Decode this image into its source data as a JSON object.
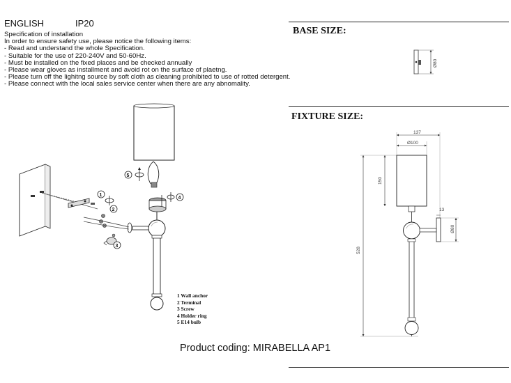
{
  "header": {
    "language": "ENGLISH",
    "ip_rating": "IP20"
  },
  "spec": {
    "title": "Specification of installation",
    "lines": [
      "In order to ensure safety use, please notice the following items:",
      "- Read and understand the whole Specification.",
      "- Suitable for the use of 220-240V and 50-60Hz.",
      "- Must be installed on the fixed places and be checked annually",
      "- Please wear gloves as installment and avoid rot on the surface of plaetng.",
      "- Please turn off the lighitng source by soft cloth as cleaning prohibited to use of rotted detergent.",
      "- Please connect with the local sales service center when there are any abnomality."
    ]
  },
  "base_size": {
    "title": "BASE SIZE:",
    "diameter_label": "Ø80"
  },
  "fixture_size": {
    "title": "FIXTURE SIZE:",
    "width_label": "137",
    "shade_diameter_label": "Ø100",
    "shade_height_label": "150",
    "height_label": "528",
    "base_depth_label": "13",
    "base_diameter_label": "Ø80"
  },
  "assembly": {
    "markers": [
      "①",
      "②",
      "③",
      "④",
      "⑤"
    ],
    "legend": [
      "1 Wall anchor",
      "2 Terminal",
      "3 Screw",
      "4 Holder ring",
      "5 E14 bulb"
    ]
  },
  "product": {
    "coding": "Product coding: MIRABELLA AP1"
  }
}
